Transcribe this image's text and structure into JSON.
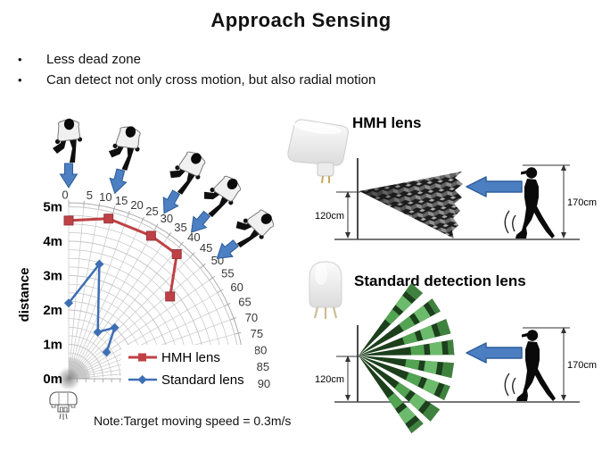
{
  "slide": {
    "title": "Approach Sensing",
    "bullets": [
      "Less dead zone",
      "Can detect not only cross motion, but also radial motion"
    ]
  },
  "chart_data": {
    "type": "polar-line",
    "ylabel": "distance",
    "radial_ticks": [
      "0m",
      "1m",
      "2m",
      "3m",
      "4m",
      "5m"
    ],
    "angle_ticks": [
      0,
      5,
      10,
      15,
      20,
      25,
      30,
      35,
      40,
      45,
      50,
      55,
      60,
      65,
      70,
      75,
      80,
      85,
      90
    ],
    "r_max_m": 5,
    "note": "Note:Target moving speed = 0.3m/s",
    "series": [
      {
        "name": "HMH lens",
        "color": "#bf4145",
        "marker": "square",
        "points_angle_deg": [
          0,
          14,
          30,
          41,
          51
        ],
        "points_r_m": [
          4.6,
          4.8,
          4.8,
          4.8,
          3.8
        ]
      },
      {
        "name": "Standard lens",
        "color": "#3e6fb5",
        "marker": "diamond",
        "points_angle_deg": [
          0,
          15,
          32,
          42,
          55
        ],
        "points_r_m": [
          2.2,
          3.45,
          1.6,
          2.0,
          1.35
        ]
      }
    ],
    "people_angles_deg": [
      0,
      14,
      30,
      40,
      51
    ]
  },
  "hmh_panel": {
    "title": "HMH lens",
    "lens_height": "120cm",
    "person_height": "170cm"
  },
  "standard_panel": {
    "title": "Standard detection lens",
    "lens_height": "120cm",
    "person_height": "170cm"
  }
}
